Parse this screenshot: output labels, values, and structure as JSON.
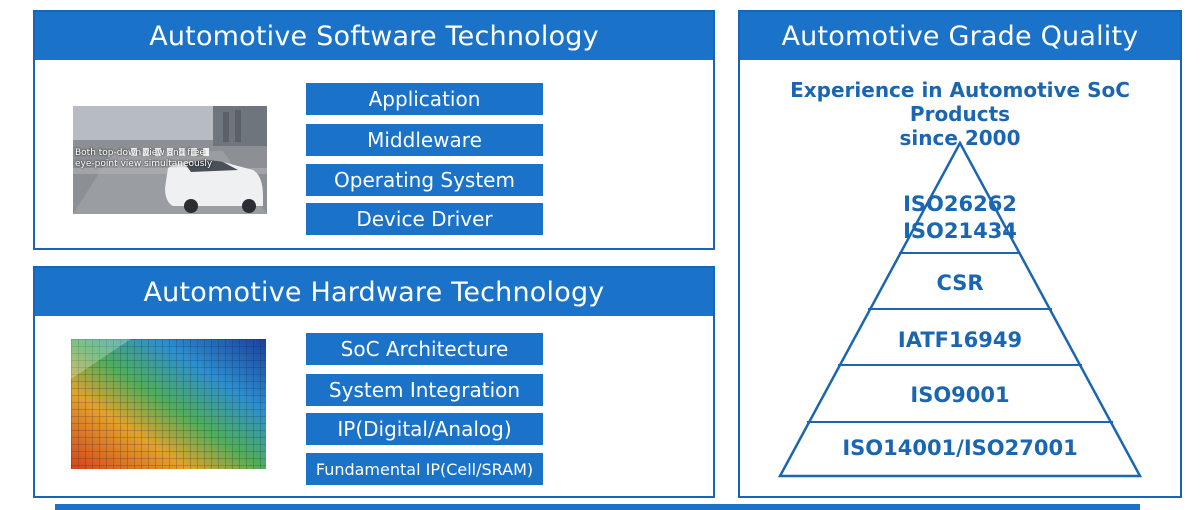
{
  "software": {
    "title": "Automotive Software Technology",
    "image_caption": "Both top-down view and free eye-point view simultaneously",
    "stack": [
      "Application",
      "Middleware",
      "Operating System",
      "Device Driver"
    ]
  },
  "hardware": {
    "title": "Automotive Hardware Technology",
    "stack": [
      "SoC Architecture",
      "System Integration",
      "IP(Digital/Analog)",
      "Fundamental IP(Cell/SRAM)"
    ]
  },
  "quality": {
    "title": "Automotive Grade Quality",
    "subtitle_line1": "Experience in Automotive SoC Products",
    "subtitle_line2": "since 2000",
    "tiers": [
      "ISO26262\nISO21434",
      "CSR",
      "IATF16949",
      "ISO9001",
      "ISO14001/ISO27001"
    ]
  },
  "colors": {
    "brand_blue": "#1a72c9",
    "border_blue": "#1565b8",
    "text_blue": "#1a66b0"
  }
}
